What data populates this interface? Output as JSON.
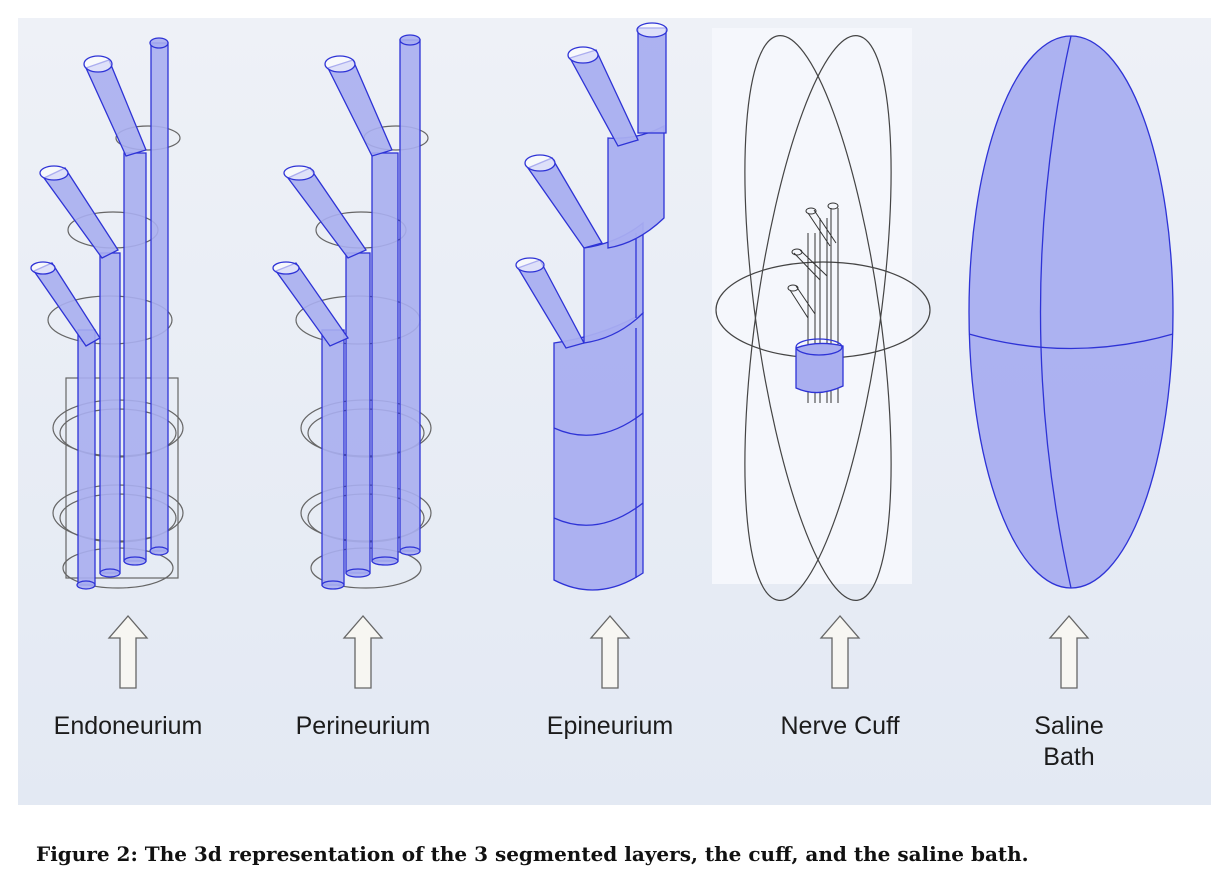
{
  "panels": [
    {
      "label": "Endoneurium"
    },
    {
      "label": "Perineurium"
    },
    {
      "label": "Epineurium"
    },
    {
      "label": "Nerve Cuff"
    },
    {
      "label": "Saline",
      "label_line2": "Bath"
    }
  ],
  "caption": "Figure 2: The 3d representation of the 3 segmented layers, the cuff, and the saline bath.",
  "colors": {
    "fill": "#a9aef0",
    "fill_dark": "#8c92ea",
    "stroke_blue": "#2e33d6",
    "outline": "#555555",
    "arrow_fill": "#f7f6f2",
    "arrow_stroke": "#666666"
  }
}
